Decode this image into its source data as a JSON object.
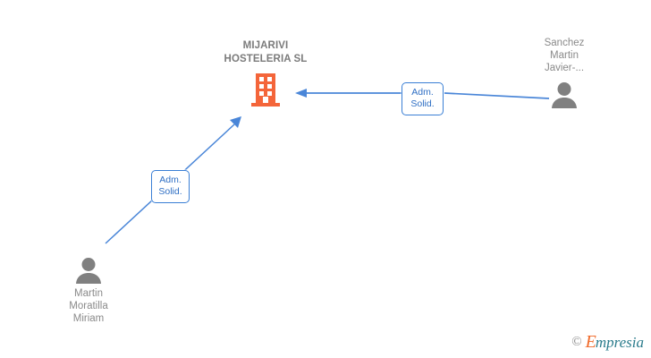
{
  "diagram": {
    "type": "corporate-relationship-graph",
    "background_color": "#ffffff",
    "company": {
      "name": "MIJARIVI\nHOSTELERIA SL",
      "icon": "building-icon",
      "icon_color": "#f4653a"
    },
    "people": [
      {
        "id": "person-right",
        "name": "Sanchez\nMartin\nJavier-...",
        "icon": "person-icon",
        "icon_color": "#808080",
        "label_position": "above"
      },
      {
        "id": "person-left",
        "name": "Martin\nMoratilla\nMiriam",
        "icon": "person-icon",
        "icon_color": "#808080",
        "label_position": "below"
      }
    ],
    "relations": [
      {
        "id": "rel-right",
        "from": "person-right",
        "to": "company",
        "label": "Adm.\nSolid.",
        "edge_color": "#4a86d8",
        "arrow": "to-company"
      },
      {
        "id": "rel-left",
        "from": "person-left",
        "to": "company",
        "label": "Adm.\nSolid.",
        "edge_color": "#4a86d8",
        "arrow": "to-company"
      }
    ]
  },
  "watermark": {
    "copyright": "©",
    "brand_initial": "E",
    "brand_rest": "mpresia",
    "initial_color": "#f06a2a",
    "rest_color": "#2b7c8c"
  }
}
